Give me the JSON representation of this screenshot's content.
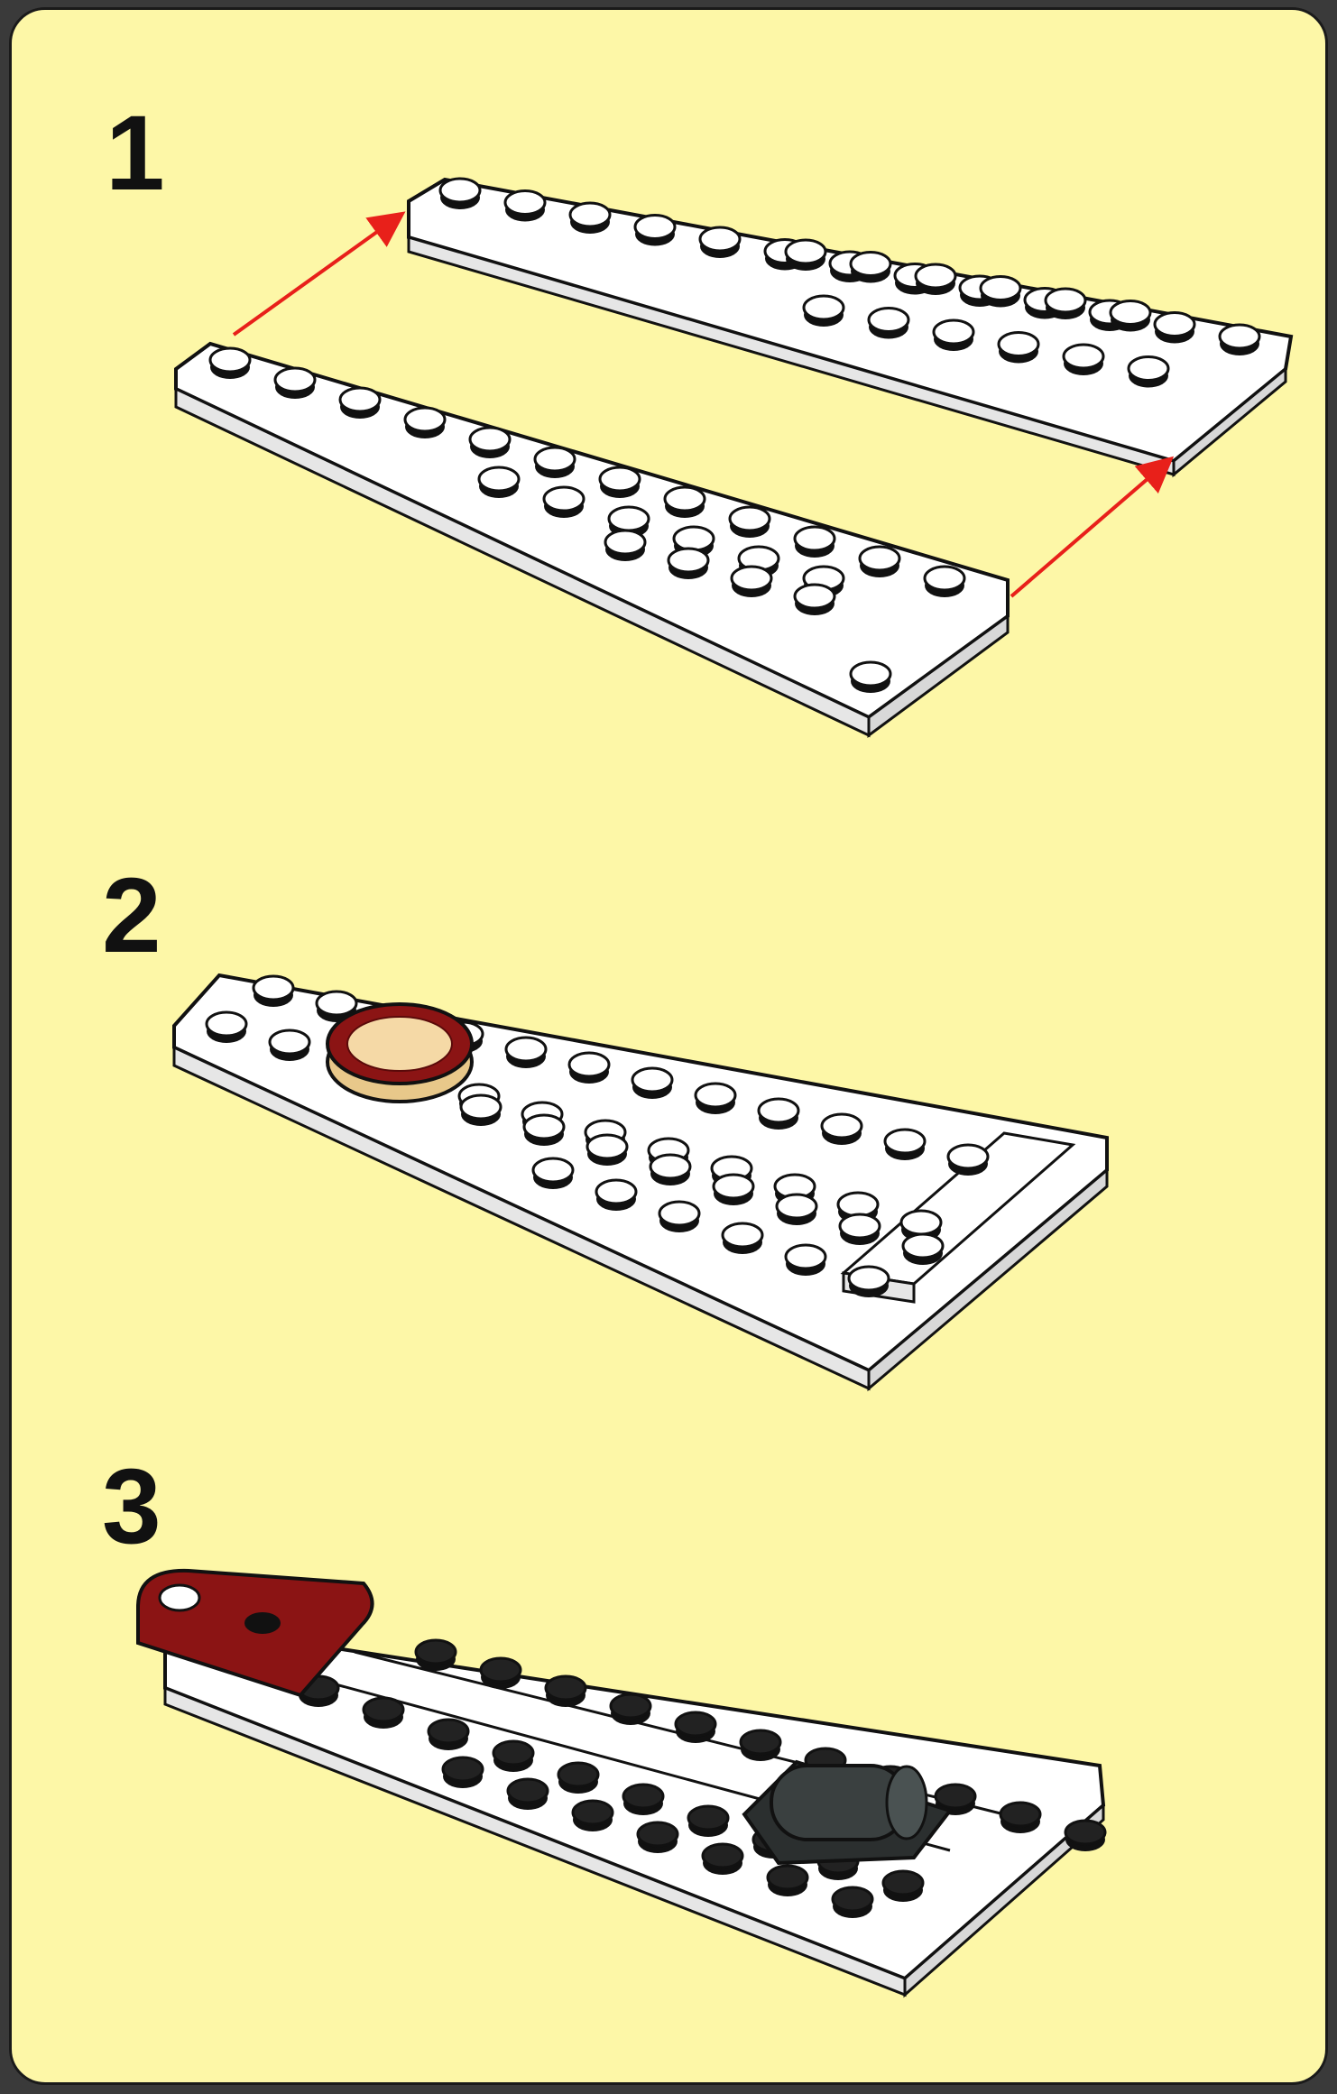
{
  "steps": [
    {
      "number": "1",
      "illustration": "two-white-wedge-plates-with-red-arrows"
    },
    {
      "number": "2",
      "illustration": "wedge-plate-with-dark-red-round-tile-and-white-plate"
    },
    {
      "number": "3",
      "illustration": "wedge-assembly-underside-with-dark-red-plate-and-black-cylinder"
    }
  ],
  "colors": {
    "background": "#fdf7a7",
    "frame": "#1a1a1a",
    "brick_white": "#ffffff",
    "brick_dark_red": "#8b1414",
    "brick_tan": "#e8c88a",
    "brick_black": "#2b2f2f",
    "arrow": "#e8201a"
  }
}
